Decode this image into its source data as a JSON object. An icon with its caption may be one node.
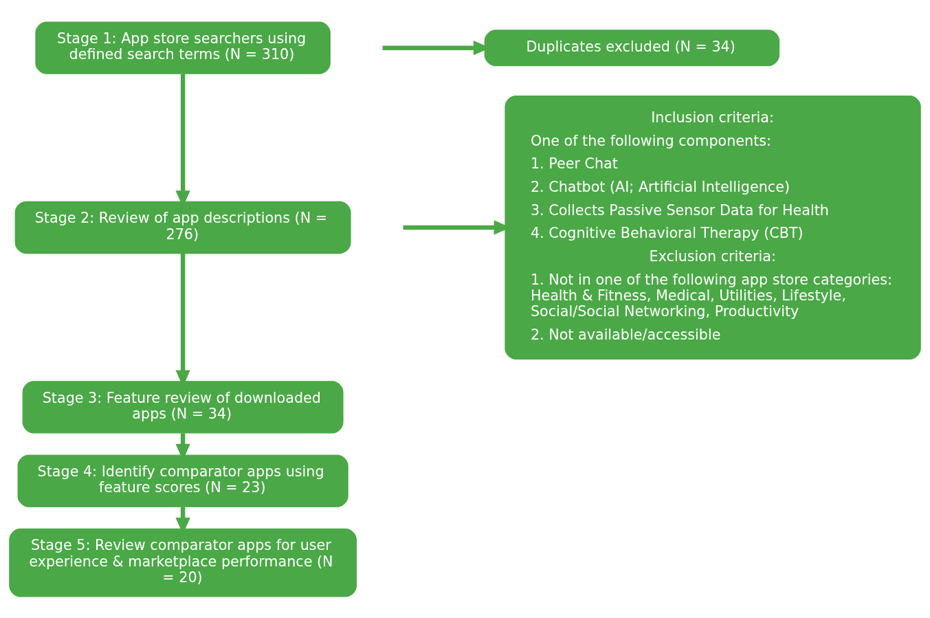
{
  "diagram": {
    "nodes": [
      {
        "text": [
          "Stage 1: App store searchers using defined search terms (N = 310)"
        ]
      },
      {
        "text": [
          "Stage 2: Review of app descriptions (N = 276)"
        ]
      },
      {
        "text": [
          "Stage 3: Feature review of downloaded apps (N = 34)"
        ]
      },
      {
        "text": [
          "Stage 4: Identify comparator apps using feature scores (N = 23)"
        ]
      },
      {
        "text": [
          "Stage 5: Review comparator apps for user experience & marketplace performance (N = 20)"
        ]
      },
      {
        "text": [
          "Duplicates excluded (N = 34)"
        ]
      },
      {
        "text": [
          "Inclusion criteria:",
          "One of the following components:",
          "1. Peer Chat",
          "2. Chatbot (AI; Artificial Intelligence)",
          "3. Collects Passive Sensor Data for Health",
          "4. Cognitive Behavioral Therapy (CBT)",
          "Exclusion criteria:",
          "1. Not in one of the following app store categories: Health & Fitness, Medical, Utilities, Lifestyle, Social/Social Networking, Productivity",
          "2. Not available/accessible"
        ]
      }
    ],
    "edges": [
      {
        "from": 0,
        "to": 1,
        "arrow": "to"
      },
      {
        "from": null,
        "to": 5,
        "arrow": "to"
      },
      {
        "from": 1,
        "to": 2,
        "arrow": "to"
      },
      {
        "from": null,
        "to": 6,
        "arrow": "to"
      },
      {
        "from": 2,
        "to": 3,
        "arrow": "to"
      },
      {
        "from": 3,
        "to": 4,
        "arrow": "to"
      }
    ]
  }
}
